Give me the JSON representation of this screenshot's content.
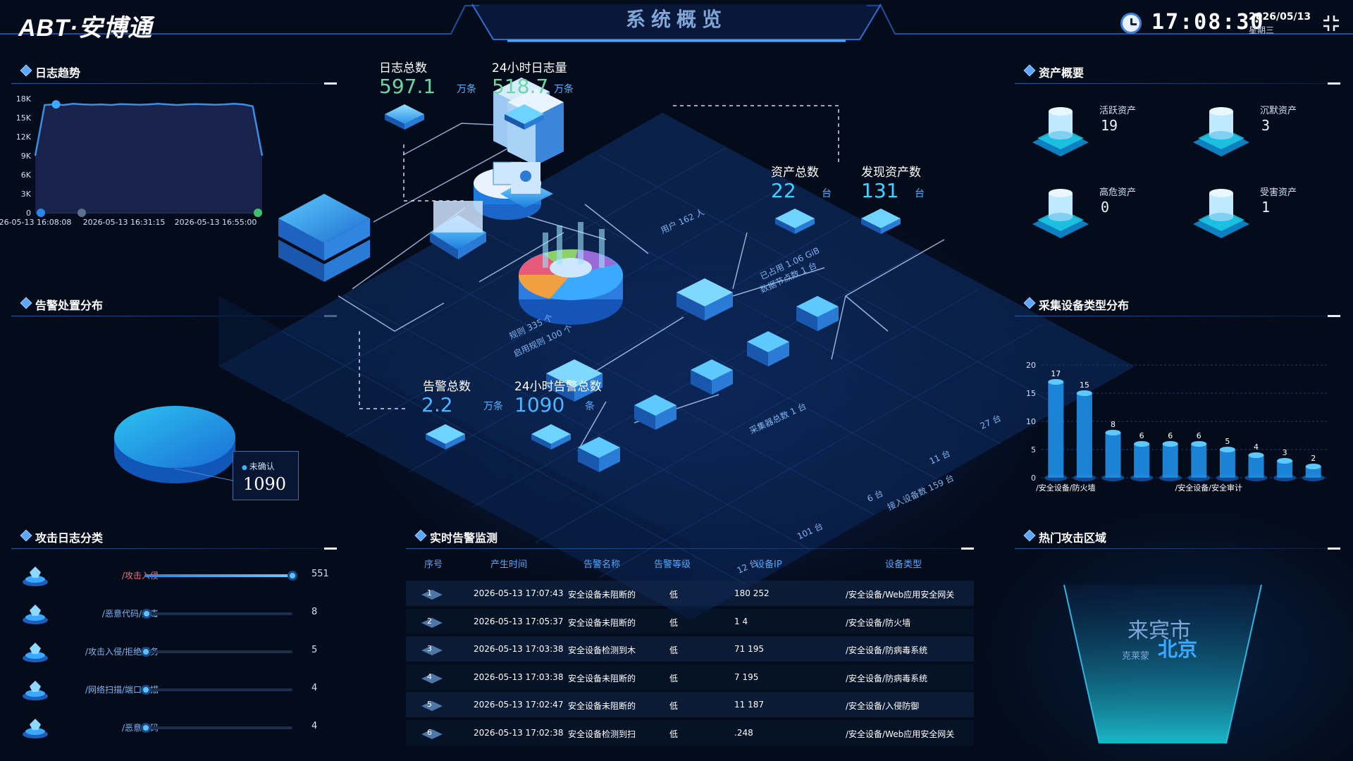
{
  "header": {
    "logo": "ABT·安博通",
    "title": "系统概览",
    "time": "17:08:30",
    "date": "2026/05/13",
    "weekday": "星期三"
  },
  "log_trend": {
    "title": "日志趋势",
    "chart_data": {
      "type": "area",
      "x_ticks": [
        "26-05-13 16:08:08",
        "2026-05-13 16:31:15",
        "2026-05-13 16:55:00"
      ],
      "y_ticks": [
        "0",
        "3K",
        "6K",
        "9K",
        "12K",
        "15K",
        "18K"
      ],
      "ylim": [
        0,
        18000
      ],
      "series": [
        {
          "values": [
            9000,
            17000,
            17100,
            17000,
            17200,
            17100,
            17050,
            17100,
            17000,
            17150,
            17100,
            17050,
            17100,
            17200,
            17100,
            17000,
            17100,
            17150,
            17100,
            17050,
            17100,
            17200,
            17100,
            16800,
            9000
          ]
        }
      ],
      "color": "#3a8ee8"
    }
  },
  "alarm_distribution": {
    "title": "告警处置分布",
    "chart_data": {
      "type": "pie",
      "slices": [
        {
          "label": "未确认",
          "value": 1090
        }
      ],
      "color": "#29a6e8"
    },
    "label_name": "未确认",
    "label_value": "1090"
  },
  "attack_log": {
    "title": "攻击日志分类",
    "max": 551,
    "items": [
      {
        "label": "/攻击入侵",
        "value": 551,
        "hot": true
      },
      {
        "label": "/恶意代码/病毒",
        "value": 8,
        "hot": false
      },
      {
        "label": "/攻击入侵/拒绝服务",
        "value": 5,
        "hot": false
      },
      {
        "label": "/网络扫描/端口扫描",
        "value": 4,
        "hot": false
      },
      {
        "label": "/恶意代码",
        "value": 4,
        "hot": false
      }
    ]
  },
  "center": {
    "log_total_label": "日志总数",
    "log_total_value": "597.1",
    "log_total_unit": "万条",
    "log_24h_label": "24小时日志量",
    "log_24h_value": "518.7",
    "log_24h_unit": "万条",
    "asset_total_label": "资产总数",
    "asset_total_value": "22",
    "asset_total_unit": "台",
    "asset_found_label": "发现资产数",
    "asset_found_value": "131",
    "asset_found_unit": "台",
    "alarm_total_label": "告警总数",
    "alarm_total_value": "2.2",
    "alarm_total_unit": "万条",
    "alarm_24h_label": "24小时告警总数",
    "alarm_24h_value": "1090",
    "alarm_24h_unit": "条",
    "iso_labels": {
      "user": "用户 162 人",
      "storage": "已占用 1.06 GiB",
      "nodes": "数据节点数 1 台",
      "rules": "规则 335 个",
      "enabled_rules": "启用规则 100 个",
      "collect_total": "采集器总数 1 台",
      "devices": "接入设备数 159 台",
      "d27": "27 台",
      "d11": "11 台",
      "d6": "6 台",
      "d101": "101 台",
      "d12": "12 台"
    }
  },
  "realtime_alarms": {
    "title": "实时告警监测",
    "columns": [
      "序号",
      "产生时间",
      "告警名称",
      "告警等级",
      "设备IP",
      "设备类型"
    ],
    "rows": [
      {
        "idx": "1",
        "time": "2026-05-13 17:07:43",
        "name": "安全设备未阻断的",
        "level": "低",
        "ip": "180        252",
        "type": "/安全设备/Web应用安全网关"
      },
      {
        "idx": "2",
        "time": "2026-05-13 17:05:37",
        "name": "安全设备未阻断的",
        "level": "低",
        "ip": "1           4",
        "type": "/安全设备/防火墙"
      },
      {
        "idx": "3",
        "time": "2026-05-13 17:03:38",
        "name": "安全设备检测到木",
        "level": "低",
        "ip": "71         195",
        "type": "/安全设备/防病毒系统"
      },
      {
        "idx": "4",
        "time": "2026-05-13 17:03:38",
        "name": "安全设备未阻断的",
        "level": "低",
        "ip": "7          195",
        "type": "/安全设备/防病毒系统"
      },
      {
        "idx": "5",
        "time": "2026-05-13 17:02:47",
        "name": "安全设备未阻断的",
        "level": "低",
        "ip": "11         187",
        "type": "/安全设备/入侵防御"
      },
      {
        "idx": "6",
        "time": "2026-05-13 17:02:38",
        "name": "安全设备检测到扫",
        "level": "低",
        "ip": "           .248",
        "type": "/安全设备/Web应用安全网关"
      }
    ]
  },
  "asset_overview": {
    "title": "资产概要",
    "items": [
      {
        "name": "活跃资产",
        "value": "19"
      },
      {
        "name": "沉默资产",
        "value": "3"
      },
      {
        "name": "高危资产",
        "value": "0"
      },
      {
        "name": "受害资产",
        "value": "1"
      }
    ]
  },
  "device_types": {
    "title": "采集设备类型分布",
    "chart_data": {
      "type": "bar",
      "categories": [
        "/安全设备/防火墙",
        "",
        "",
        "",
        "",
        "/安全设备/安全审计",
        "",
        "",
        "",
        ""
      ],
      "values": [
        17,
        15,
        8,
        6,
        6,
        6,
        5,
        4,
        3,
        2
      ],
      "ylim": [
        0,
        20
      ],
      "y_ticks": [
        "0",
        "5",
        "10",
        "15",
        "20"
      ],
      "color": "#1f8fe8"
    }
  },
  "hot_region": {
    "title": "热门攻击区域",
    "main": "来宾市",
    "sub_small": "克莱蒙",
    "sub": "北京"
  }
}
